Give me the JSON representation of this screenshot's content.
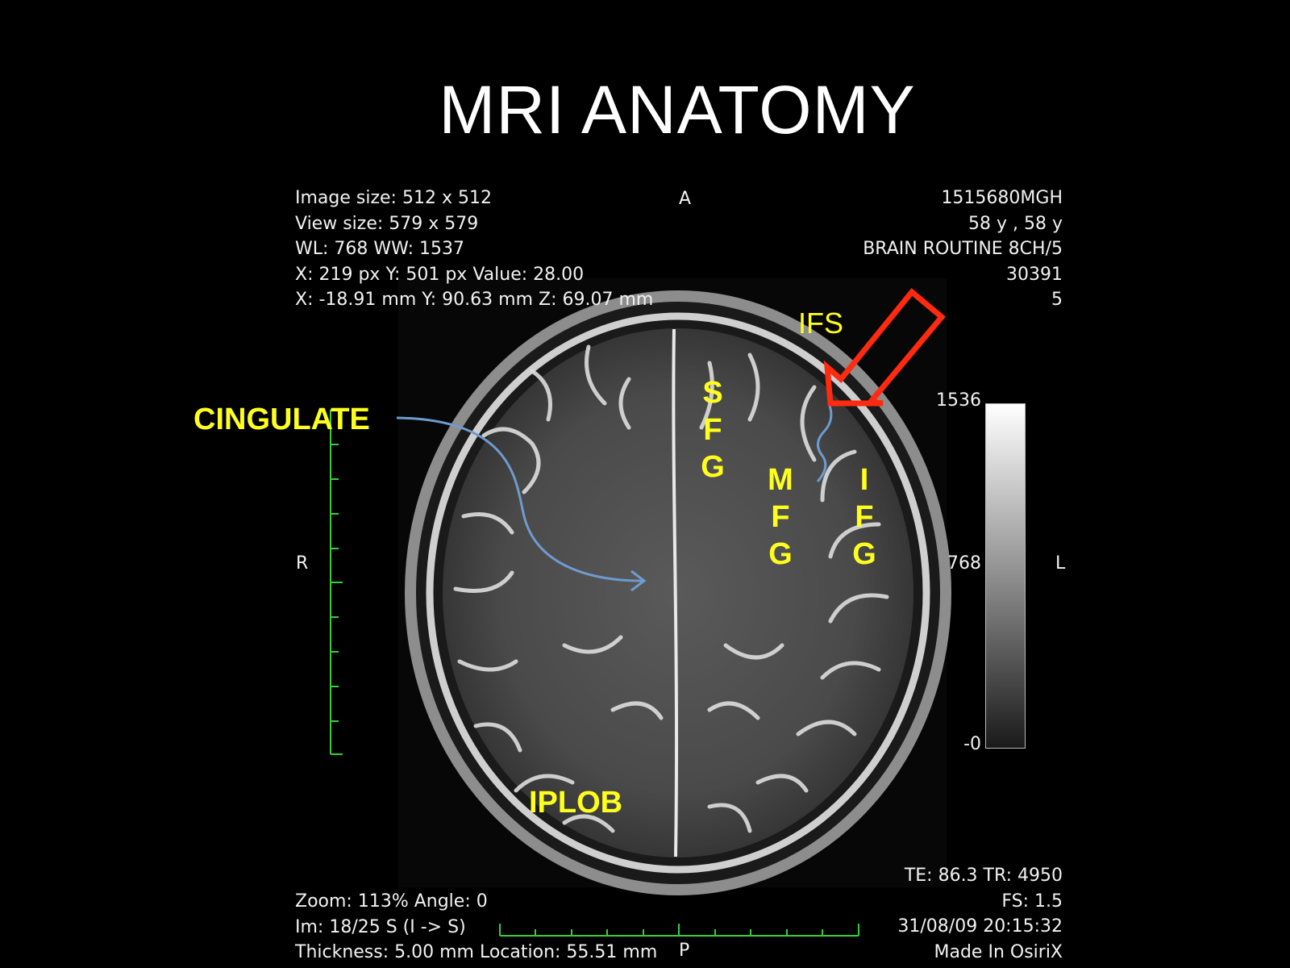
{
  "title": "MRI ANATOMY",
  "overlay": {
    "top_left": [
      "Image size: 512 x 512",
      "View size: 579 x 579",
      "WL: 768 WW: 1537",
      "X: 219 px Y: 501 px Value: 28.00",
      "X: -18.91 mm Y: 90.63 mm Z: 69.07 mm"
    ],
    "top_right": [
      "1515680MGH",
      "58 y , 58 y",
      "BRAIN ROUTINE 8CH/5",
      "30391",
      "5"
    ],
    "bottom_left": [
      "Zoom: 113% Angle: 0",
      "Im: 18/25  S (I -> S)",
      "Thickness: 5.00 mm Location: 55.51 mm"
    ],
    "bottom_right": [
      "TE:  86.3 TR:  4950",
      "FS:  1.5",
      "31/08/09 20:15:32",
      "Made In OsiriX"
    ]
  },
  "orientation": {
    "anterior": "A",
    "posterior": "P",
    "right": "R",
    "left": "L"
  },
  "window_scale": {
    "max": "1536",
    "mid": "768",
    "min": "-0"
  },
  "labels": {
    "cingulate": "CINGULATE",
    "ifs": "IFS",
    "sfg": [
      "S",
      "F",
      "G"
    ],
    "mfg": [
      "M",
      "F",
      "G"
    ],
    "ifg": [
      "I",
      "F",
      "G"
    ],
    "iplob": "IPLOB"
  },
  "colors": {
    "label": "#ffff1e",
    "arrow": "#ff2a10",
    "curve": "#6f9bd0",
    "ruler": "#35d038"
  }
}
